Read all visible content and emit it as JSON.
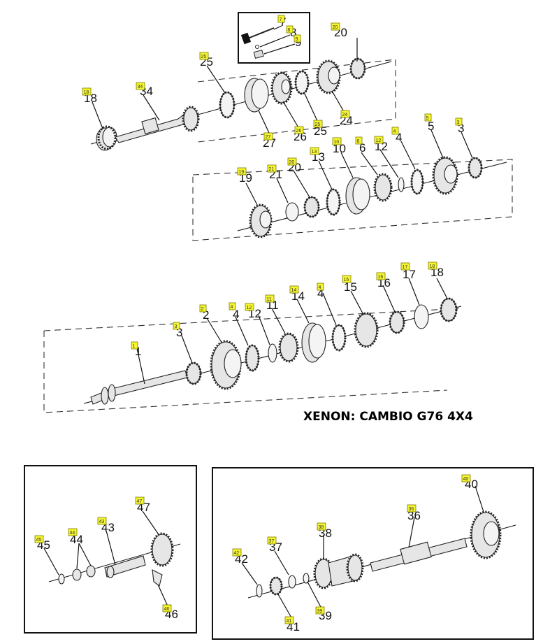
{
  "title": "XENON: CAMBIO G76 4X4",
  "colors": {
    "tag_fill": "#f5f530",
    "line": "#111111",
    "background": "#ffffff"
  },
  "callouts": [
    {
      "tag": "7",
      "num": "7"
    },
    {
      "tag": "8",
      "num": "8"
    },
    {
      "tag": "9",
      "num": "9"
    },
    {
      "tag": "20",
      "num": "20"
    },
    {
      "tag": "25",
      "num": "25"
    },
    {
      "tag": "34",
      "num": "34"
    },
    {
      "tag": "18",
      "num": "18"
    },
    {
      "tag": "27",
      "num": "27"
    },
    {
      "tag": "26",
      "num": "26"
    },
    {
      "tag": "25",
      "num": "25"
    },
    {
      "tag": "24",
      "num": "24"
    },
    {
      "tag": "5",
      "num": "5"
    },
    {
      "tag": "3",
      "num": "3"
    },
    {
      "tag": "4",
      "num": "4"
    },
    {
      "tag": "12",
      "num": "12"
    },
    {
      "tag": "6",
      "num": "6"
    },
    {
      "tag": "10",
      "num": "10"
    },
    {
      "tag": "13",
      "num": "13"
    },
    {
      "tag": "20",
      "num": "20"
    },
    {
      "tag": "21",
      "num": "21"
    },
    {
      "tag": "19",
      "num": "19"
    },
    {
      "tag": "18",
      "num": "18"
    },
    {
      "tag": "17",
      "num": "17"
    },
    {
      "tag": "16",
      "num": "16"
    },
    {
      "tag": "15",
      "num": "15"
    },
    {
      "tag": "4",
      "num": "4"
    },
    {
      "tag": "14",
      "num": "14"
    },
    {
      "tag": "11",
      "num": "11"
    },
    {
      "tag": "12",
      "num": "12"
    },
    {
      "tag": "4",
      "num": "4"
    },
    {
      "tag": "2",
      "num": "2"
    },
    {
      "tag": "3",
      "num": "3"
    },
    {
      "tag": "1",
      "num": "1"
    },
    {
      "tag": "47",
      "num": "47"
    },
    {
      "tag": "43",
      "num": "43"
    },
    {
      "tag": "44",
      "num": "44"
    },
    {
      "tag": "45",
      "num": "45"
    },
    {
      "tag": "46",
      "num": "46"
    },
    {
      "tag": "40",
      "num": "40"
    },
    {
      "tag": "36",
      "num": "36"
    },
    {
      "tag": "38",
      "num": "38"
    },
    {
      "tag": "37",
      "num": "37"
    },
    {
      "tag": "42",
      "num": "42"
    },
    {
      "tag": "41",
      "num": "41"
    },
    {
      "tag": "39",
      "num": "39"
    }
  ]
}
